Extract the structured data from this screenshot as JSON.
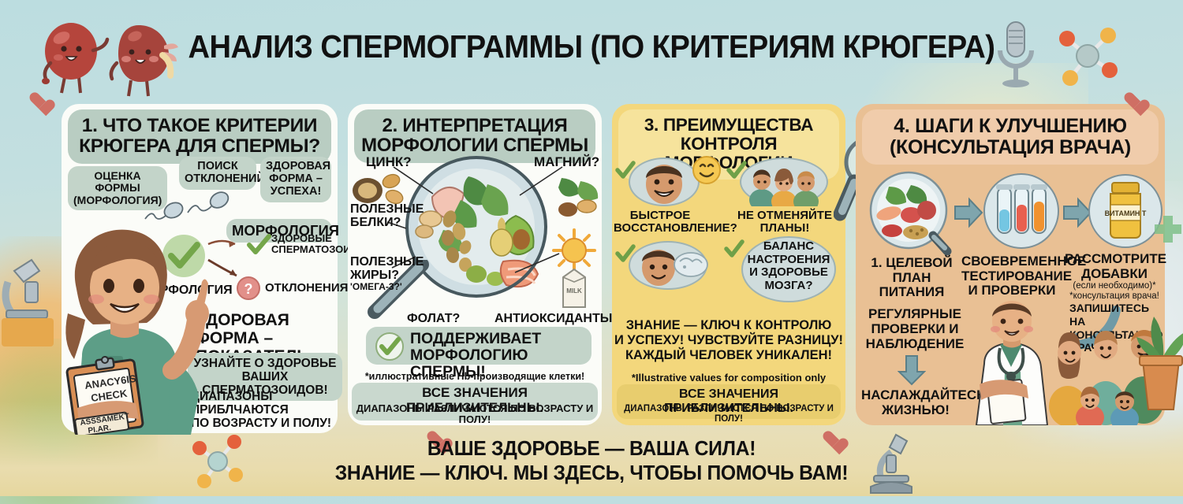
{
  "title": "АНАЛИЗ СПЕРМОГРАММЫ (ПО КРИТЕРИЯМ КРЮГЕРА)",
  "colors": {
    "panel1_bg": "#fbfcf8",
    "panel2_bg": "#fbfcf8",
    "panel3_bg": "#f3d77c",
    "panel4_bg": "#e9c094",
    "header_green": "#b9cdc2",
    "header_yellow": "#f6e39c",
    "header_peach": "#f0ccab",
    "pill_green": "#c3d4c9",
    "check_green": "#7cab4e",
    "accent_red": "#cf6f64",
    "background": "#bcdde0"
  },
  "panel1": {
    "heading_line1": "1. ЧТО ТАКОЕ КРИТЕРИИ",
    "heading_line2": "КРЮГЕРА ДЛЯ СПЕРМЫ?",
    "pill_a": "ОЦЕНКА ФОРМЫ\n(МОРФОЛОГИЯ)",
    "pill_b": "ПОИСК\nОТКЛОНЕНИЙ",
    "pill_c": "ЗДОРОВАЯ\nФОРМА –\nУСПЕХА!",
    "pill_morphology": "МОРФОЛОГИЯ",
    "label_healthy": "ЗДОРОВЫЕ\nСПЕРМАТОЗОИДЫ",
    "label_morphology": "МОРФОЛОГИЯ",
    "label_deviations": "ОТКЛОНЕНИЯ",
    "statement": "ЗДОРОВАЯ ФОРМА –\nПОКАЗАТЕЛЬ УСПЕХА!",
    "cta_pill": "УЗНАЙТЕ О ЗДОРОВЬЕ\nВАШИХ СПЕРМАТОЗОИДОВ!",
    "footnote": "ДИАПАЗОНЫ ПРИБЛЧАЮТСЯ\nПО ВОЗРАСТУ И ПОЛУ!",
    "clipboard_line1": "ANACY6IS",
    "clipboard_line2": "CHECK",
    "clipboard_line3": "ASSSAMEKT",
    "clipboard_line4": "PI.AR."
  },
  "panel2": {
    "heading_line1": "2. ИНТЕРПРЕТАЦИЯ",
    "heading_line2": "МОРФОЛОГИИ СПЕРМЫ",
    "label_zinc": "ЦИНК?",
    "label_magnesium": "МАГНИЙ?",
    "label_proteins": "ПОЛЕЗНЫЕ\nБЕЛКИ?",
    "label_fats": "ПОЛЕЗНЫЕ\nЖИРЫ?",
    "label_omega": "'ОМЕГА-3?'",
    "label_folate": "ФОЛАТ?",
    "label_antioxidants": "АНТИОКСИДАНТЫ?",
    "milk_label": "MILK",
    "supports_pill": "ПОДДЕРЖИВАЕТ\nМОРФОЛОГИЮ СПЕРМЫ!",
    "note": "*иллюстративные Hb-производящие клетки!",
    "disclaimer_main": "ВСЕ ЗНАЧЕНИЯ ПРИБЛИЗИТЕЛЬНЫ.",
    "disclaimer_sub": "ДИАПАЗОНЫ РАЗЛИЧАЮТСЯ ПО ВОЗРАСТУ И ПОЛУ!"
  },
  "panel3": {
    "heading_line1": "3. ПРЕИМУЩЕСТВА",
    "heading_line2": "КОНТРОЛЯ МОРФОЛОГИИ",
    "item1": "БЫСТРОЕ\nВОССТАНОВЛЕНИЕ?",
    "item2": "НЕ ОТМЕНЯЙТЕ\nПЛАНЫ!",
    "item4": "БАЛАНС\nНАСТРОЕНИЯ\nИ ЗДОРОВЬЕ\nМОЗГА?",
    "statement": "ЗНАНИЕ — КЛЮЧ К КОНТРОЛЮ\nИ УСПЕХУ! ЧУВСТВУЙТЕ РАЗНИЦУ!\nКАЖДЫЙ ЧЕЛОВЕК УНИКАЛЕН!",
    "note": "*Illustrative values for composition only",
    "disclaimer_main": "ВСЕ ЗНАЧЕНИЯ ПРИБЛИЗИТЕЛЬНЫ.",
    "disclaimer_sub": "ДИАПАЗОНЫ РАЗЛИЧАЮТСЯ ПО ВОЗРАСТУ И ПОЛУ!"
  },
  "panel4": {
    "heading_line1": "4. ШАГИ К УЛУЧШЕНИЮ",
    "heading_line2": "(КОНСУЛЬТАЦИЯ ВРАЧА)",
    "step1": "1. ЦЕЛЕВОЙ\nПЛАН ПИТАНИЯ",
    "step2": "СВОЕВРЕМЕННОЕ\nТЕСТИРОВАНИЕ\nИ ПРОВЕРКИ",
    "step3": "РАССМОТРИТЕ\nДОБАВКИ",
    "step3_sub1": "(если необходимо)*",
    "step3_sub2": "*консультация врача!",
    "step4": "РЕГУЛЯРНЫЕ\nПРОВЕРКИ И\nНАБЛЮДЕНИЕ",
    "step5": "НАСЛАЖДАЙТЕСЬ\nЖИЗНЬЮ!",
    "callout": "ЗАПИШИТЕСЬ НА\nКОНСУЛЬТАЦИЮ\nВРАЧА",
    "bottle_label": "ВИТАМИН Т"
  },
  "tagline": {
    "line1": "ВАШЕ ЗДОРОВЬЕ — ВАША СИЛА!",
    "line2": "ЗНАНИЕ — КЛЮЧ. МЫ ЗДЕСЬ, ЧТОБЫ ПОМОЧЬ ВАМ!"
  },
  "decorations": {
    "kidney_character_left": "kidney-character-icon",
    "kidney_character_right": "kidney-character-icon",
    "microphone": "microphone-icon",
    "molecule_top": "molecule-icon",
    "molecule_bottom": "molecule-icon",
    "microscope_left": "microscope-icon",
    "microscope_bottom": "microscope-icon",
    "heart_left": "heart-icon",
    "heart_right": "heart-icon",
    "heart_bottom": "heart-icon",
    "medical_cross": "medical-cross-icon",
    "plant": "plant-icon"
  }
}
